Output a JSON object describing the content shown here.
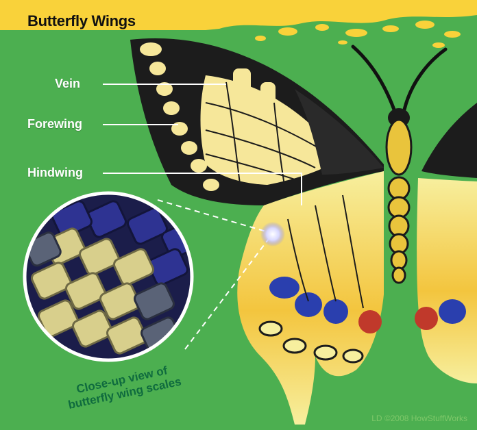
{
  "title": "Butterfly Wings",
  "labels": {
    "vein": "Vein",
    "forewing": "Forewing",
    "hindwing": "Hindwing"
  },
  "caption": {
    "line1": "Close-up view of",
    "line2": "butterfly wing scales"
  },
  "credit": "LD ©2008 HowStuffWorks",
  "colors": {
    "background": "#4caf50",
    "title_band": "#f9d23a",
    "wing_yellow": "#f6e79a",
    "wing_black": "#1c1c1c",
    "scale_blue": "#2a2f7a",
    "eyespot_red": "#c0392b",
    "caption_green": "#0f6b3e"
  }
}
